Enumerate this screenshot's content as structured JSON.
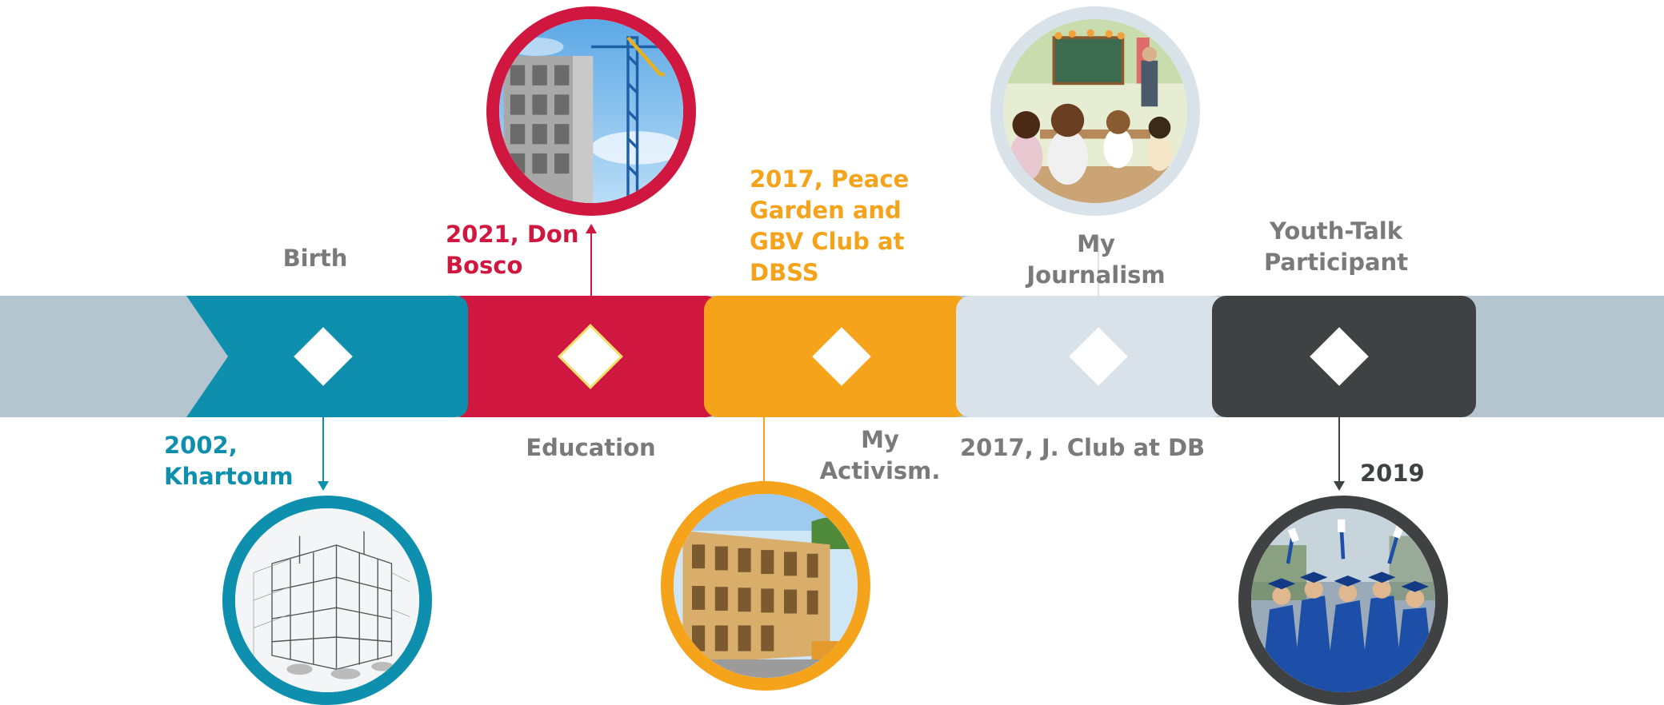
{
  "colors": {
    "band": "#b5c5cf",
    "teal": "#0e8fae",
    "red": "#d0173f",
    "orange": "#f5a31b",
    "light": "#d8e2e8",
    "dark": "#3f4142",
    "gray_text": "#7a7a7a"
  },
  "stages": [
    {
      "label": "Birth",
      "detail": "2002,\nKhartoum",
      "image": "wireframe-building-photo"
    },
    {
      "label": "Education",
      "detail": "2021, Don\nBosco",
      "image": "construction-crane-photo"
    },
    {
      "label": "My\nActivism.",
      "detail": "2017, Peace\nGarden and\nGBV Club at\nDBSS",
      "image": "wooden-frame-building-photo"
    },
    {
      "label": "My\nJournalism",
      "detail": "2017, J. Club at DB",
      "image": "classroom-photo"
    },
    {
      "label": "Youth-Talk\nParticipant",
      "detail": "2019",
      "image": "graduation-photo"
    }
  ]
}
